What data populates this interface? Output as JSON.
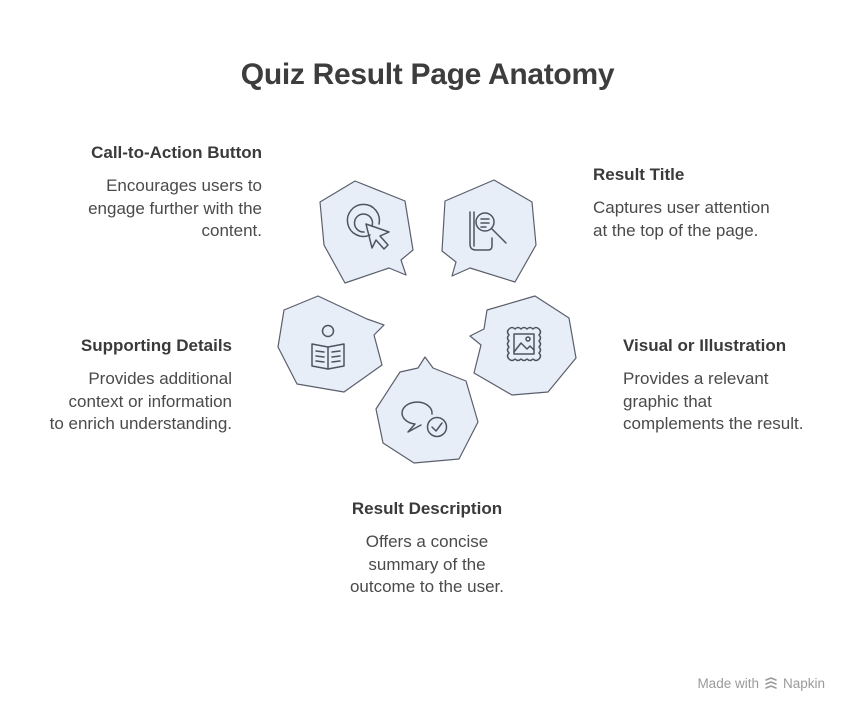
{
  "title": "Quiz Result Page Anatomy",
  "parts": {
    "cta": {
      "heading": "Call-to-Action Button",
      "lines": [
        "Encourages users to",
        "engage further with the",
        "content."
      ],
      "icon": "cursor-click-icon"
    },
    "result_title": {
      "heading": "Result Title",
      "lines": [
        "Captures user attention",
        "at the top of the page."
      ],
      "icon": "document-search-icon"
    },
    "supporting": {
      "heading": "Supporting Details",
      "lines": [
        "Provides additional",
        "context or information",
        "to enrich understanding."
      ],
      "icon": "reading-person-icon"
    },
    "visual": {
      "heading": "Visual or Illustration",
      "lines": [
        "Provides a relevant",
        "graphic that",
        "complements the result."
      ],
      "icon": "framed-picture-icon"
    },
    "description": {
      "heading": "Result Description",
      "lines": [
        "Offers a concise",
        "summary of the",
        "outcome to the user."
      ],
      "icon": "chat-check-icon"
    }
  },
  "footer": {
    "made_with": "Made with",
    "brand": "Napkin"
  },
  "colors": {
    "shape_fill": "#e8eef8",
    "shape_stroke": "#5a5f6b",
    "icon_stroke": "#4d5360"
  }
}
